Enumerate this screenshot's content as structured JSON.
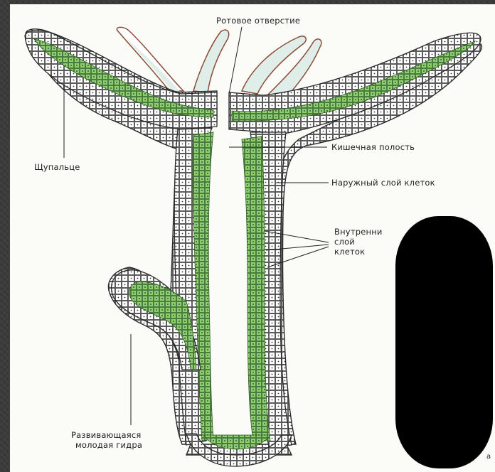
{
  "labels": {
    "mouth": "Ротовое отверстие",
    "tentacle": "Щупальце",
    "cavity": "Кишечная полость",
    "outer_layer": "Наружный слой клеток",
    "inner_layer_1": "Внутренни",
    "inner_layer_2": "слой",
    "inner_layer_3": "клеток",
    "bud_1": "Развивающаяся",
    "bud_2": "молодая гидра",
    "edge_fragment": "а"
  },
  "colors": {
    "background": "#3b3b3b",
    "paper": "#fbfbf8",
    "inner_cells": "#8fcf74",
    "outline": "#2a2a2a",
    "tentacle_fill": "#dfeee8",
    "tentacle_outline": "#8a4a35",
    "occlusion": "#000000"
  }
}
